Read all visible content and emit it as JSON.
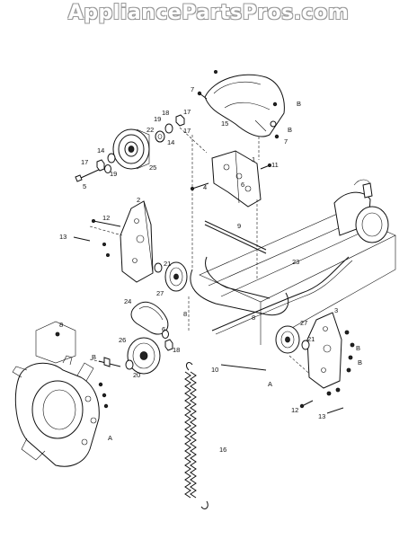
{
  "watermark": "AppliancePartsPros.com",
  "callouts": {
    "n1": "1",
    "n2": "2",
    "n3": "3",
    "n4": "4",
    "n5": "5",
    "n6": "6",
    "n7": "7",
    "n8": "8",
    "n9": "9",
    "n10": "10",
    "n11": "11",
    "n12": "12",
    "n13": "13",
    "n14": "14",
    "n15": "15",
    "n16": "16",
    "n17": "17",
    "n18": "18",
    "n19": "19",
    "n20": "20",
    "n21": "21",
    "n22": "22",
    "n23": "23",
    "n24": "24",
    "n25": "25",
    "n26": "26",
    "n27": "27",
    "a": "A",
    "b": "B"
  }
}
